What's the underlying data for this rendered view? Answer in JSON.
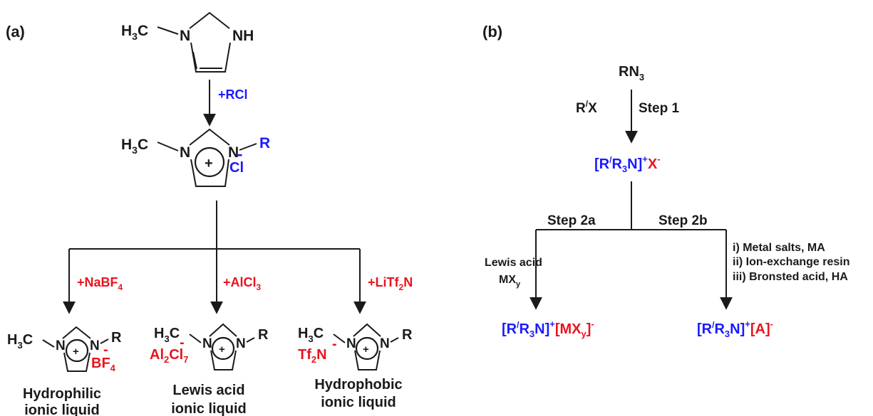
{
  "panel_a": {
    "label": "(a)",
    "top_mol": {
      "methyl": "H3C",
      "n1": "N",
      "nh": "NH"
    },
    "step1": {
      "reagent": "+RCl"
    },
    "intermediate": {
      "methyl": "H3C",
      "n1": "N",
      "plus": "+",
      "n3": "N",
      "r": "R",
      "anion": "Cl",
      "anion_charge": "-"
    },
    "reagents": [
      {
        "name": "+NaBF4",
        "main": "+NaBF",
        "sub": "4"
      },
      {
        "name": "+AlCl3",
        "main": "+AlCl",
        "sub": "3"
      },
      {
        "name": "+LiTf2N",
        "pre": "+LiTf",
        "sub": "2",
        "post": "N"
      }
    ],
    "products": [
      {
        "anion_main": "BF",
        "anion_sub": "4",
        "charge": "-",
        "label_l1": "Hydrophilic",
        "label_l2": "ionic liquid"
      },
      {
        "anion_pre": "Al",
        "anion_sub1": "2",
        "anion_mid": "Cl",
        "anion_sub2": "7",
        "charge": "-",
        "label_l1": "Lewis acid",
        "label_l2": "ionic liquid"
      },
      {
        "anion_pre": "Tf",
        "anion_sub": "2",
        "anion_post": "N",
        "charge": "-",
        "label_l1": "Hydrophobic",
        "label_l2": "ionic liquid"
      }
    ],
    "common": {
      "methyl": "H3C",
      "n": "N",
      "r": "R",
      "plus": "+"
    }
  },
  "panel_b": {
    "label": "(b)",
    "start": {
      "main": "RN",
      "sub": "3"
    },
    "step1": {
      "reagent": "R/X",
      "label": "Step 1"
    },
    "salt": {
      "text": "[R/R3N]+X-"
    },
    "step2a": {
      "label": "Step 2a",
      "reagent_l1": "Lewis acid",
      "reagent_l2": "MXy"
    },
    "step2b": {
      "label": "Step 2b",
      "options": [
        "i) Metal salts, MA",
        "ii) Ion-exchange resin",
        "iii) Bronsted acid, HA"
      ]
    },
    "product_a": {
      "text": "[R/R3N]+[MXy]-"
    },
    "product_b": {
      "text": "[R/R3N]+[A]-"
    }
  },
  "colors": {
    "black": "#1a1a1a",
    "blue": "#1a1aff",
    "red": "#e8141e"
  }
}
